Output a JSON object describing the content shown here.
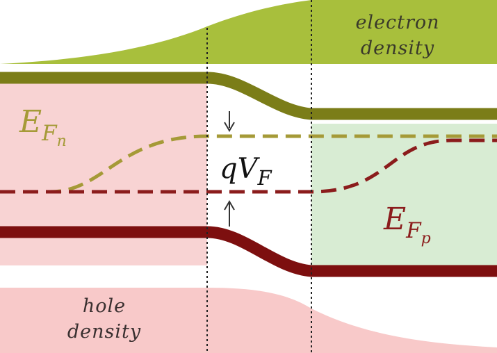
{
  "labels": {
    "electron_density": [
      "electron",
      "density"
    ],
    "hole_density": [
      "hole",
      "density"
    ]
  },
  "symbols": {
    "efn": {
      "main": "E",
      "sub": "F",
      "subsub": "n"
    },
    "efp": {
      "main": "E",
      "sub": "F",
      "subsub": "p"
    },
    "qvf": {
      "q": "qV",
      "sub": "F"
    }
  },
  "colors": {
    "n_region_fill": "#f8d3d3",
    "p_region_fill": "#d8ecd3",
    "electron_density_fill": "#a8bf3c",
    "hole_density_fill": "#f8c9c9",
    "conduction_band": "#7b7d18",
    "valence_band": "#7d0f0f",
    "fermi_n_quasi": "#a59a37",
    "fermi_p_quasi": "#8b1c1c",
    "divider": "#222222",
    "arrow": "#333333"
  }
}
